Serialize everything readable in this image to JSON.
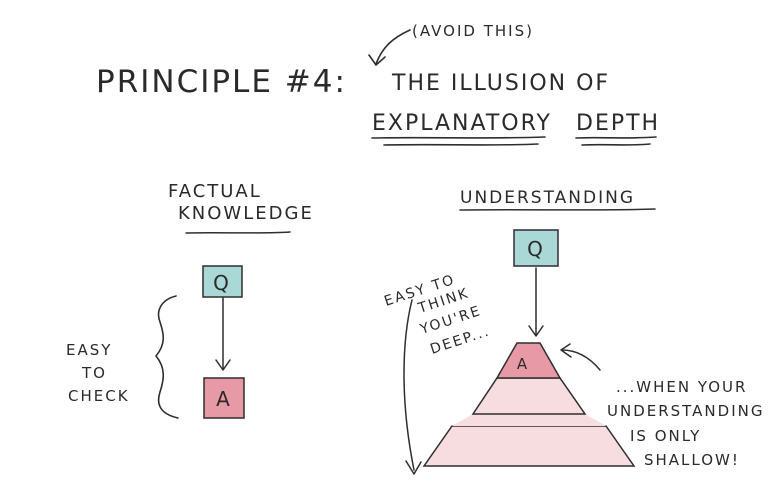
{
  "annotation": {
    "avoid": "(AVOID THIS)"
  },
  "title": {
    "principle": "PRINCIPLE #4:",
    "line1": "THE ILLUSION OF",
    "explanatory": "EXPLANATORY",
    "depth": "DEPTH"
  },
  "factual": {
    "heading_line1": "FACTUAL",
    "heading_line2": "KNOWLEDGE",
    "question": "Q",
    "answer": "A",
    "easy_to_check": [
      "EASY",
      "TO",
      "CHECK"
    ]
  },
  "understanding": {
    "heading": "UNDERSTANDING",
    "question": "Q",
    "answer": "A",
    "easy_to_think": [
      "EASY TO",
      "THINK",
      "YOU'RE",
      "DEEP..."
    ],
    "when_shallow": [
      "...WHEN YOUR",
      "UNDERSTANDING",
      "IS ONLY",
      "SHALLOW!"
    ]
  },
  "colors": {
    "ink": "#2a2a2a",
    "question_fill": "#a9d8d6",
    "answer_fill": "#e79aa5",
    "pyramid_fill": "#f7dde0"
  }
}
